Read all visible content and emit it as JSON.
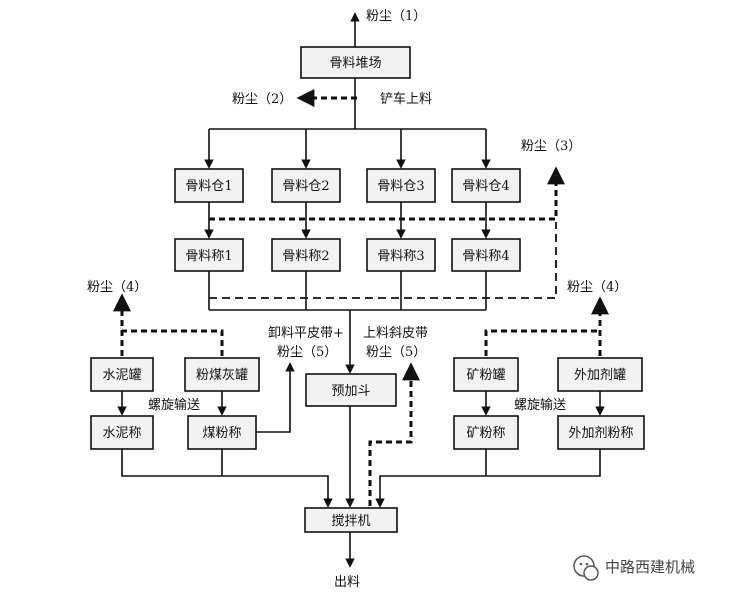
{
  "boxes": {
    "aggregate_yard": "骨料堆场",
    "bin1": "骨料仓1",
    "bin2": "骨料仓2",
    "bin3": "骨料仓3",
    "bin4": "骨料仓4",
    "scale1": "骨料称1",
    "scale2": "骨料称2",
    "scale3": "骨料称3",
    "scale4": "骨料称4",
    "cement_tank": "水泥罐",
    "flyash_tank": "粉煤灰罐",
    "cement_scale": "水泥称",
    "flyash_scale": "煤粉称",
    "prehopper": "预加斗",
    "slag_tank": "矿粉罐",
    "admix_tank": "外加剂罐",
    "slag_scale": "矿粉称",
    "admix_scale": "外加剂粉称",
    "mixer": "搅拌机"
  },
  "labels": {
    "dust1": "粉尘（1）",
    "dust2": "粉尘（2）",
    "dust3": "粉尘（3）",
    "dust4_left": "粉尘（4）",
    "dust4_right": "粉尘（4）",
    "loader": "铲车上料",
    "unload_belt": "卸料平皮带+",
    "dust5_left": "粉尘（5）",
    "incline_belt": "上料斜皮带",
    "dust5_right": "粉尘（5）",
    "screw_left": "螺旋输送",
    "screw_right": "螺旋输送",
    "output": "出料"
  },
  "watermark": {
    "text": "中路西建机械"
  }
}
